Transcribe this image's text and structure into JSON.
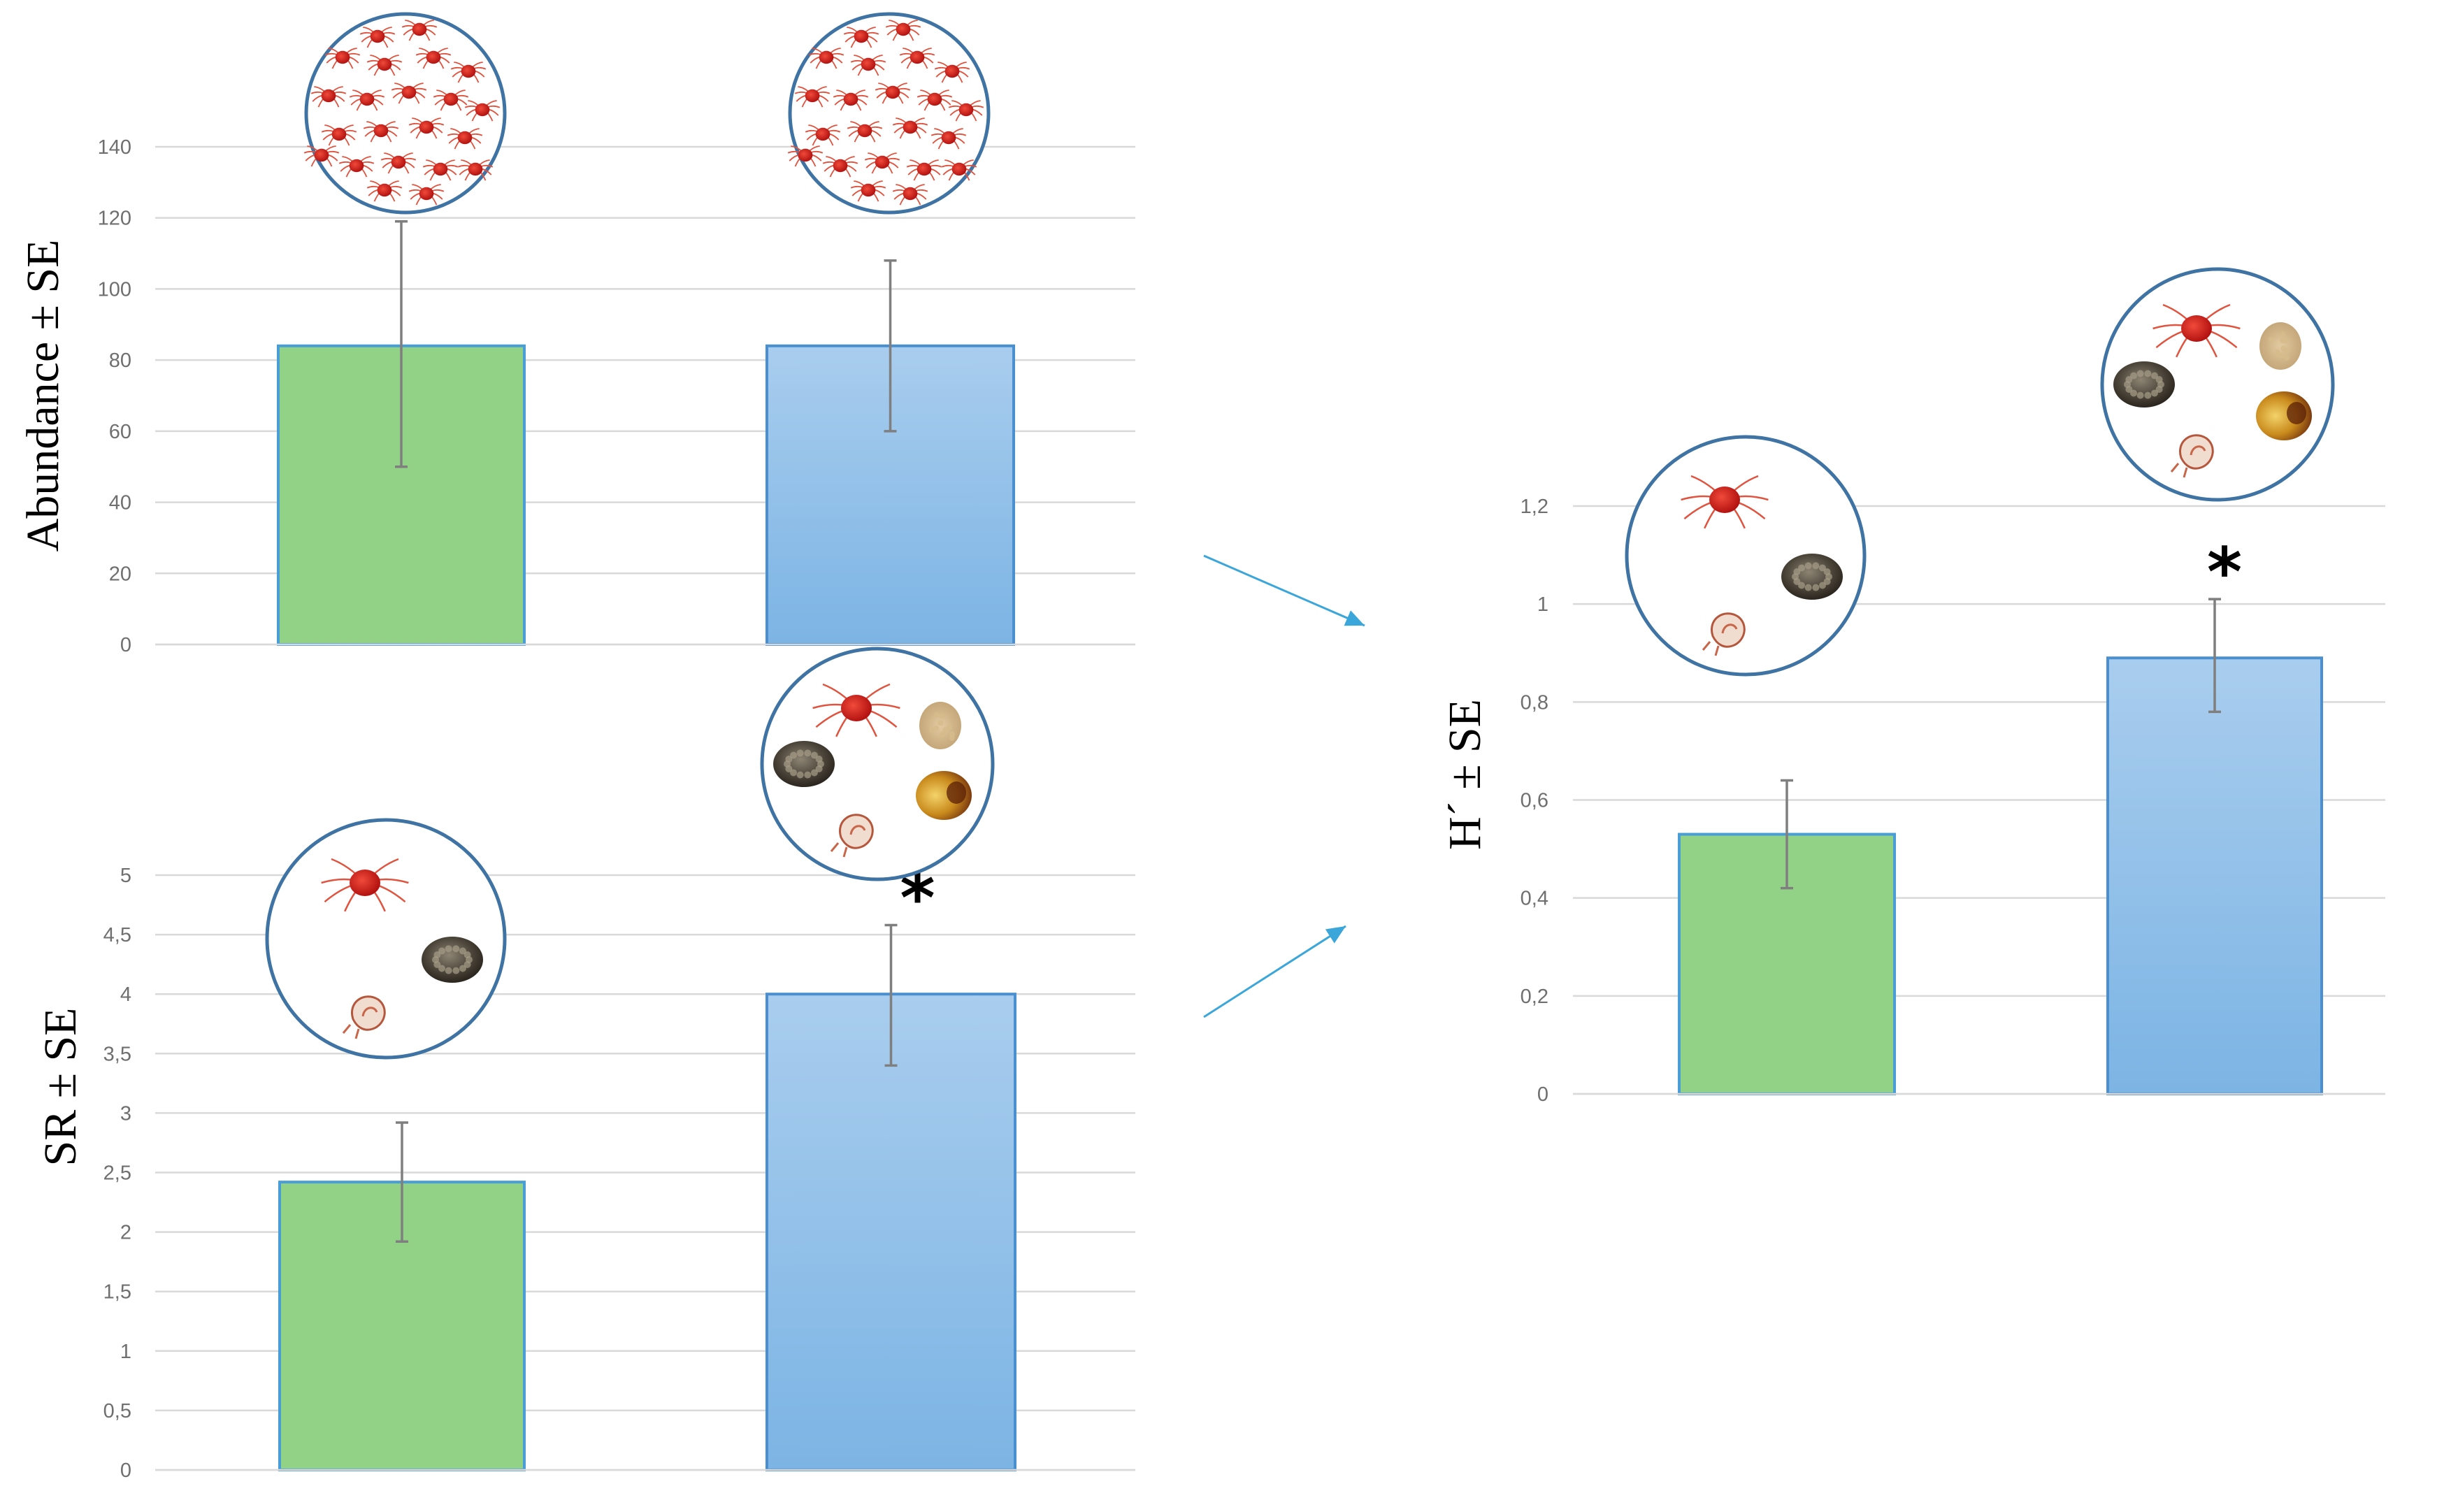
{
  "chart_data": [
    {
      "type": "bar",
      "ylabel": "Abundance ± SE",
      "ylim": [
        0,
        140
      ],
      "yticks": [
        "0",
        "20",
        "40",
        "60",
        "80",
        "100",
        "120",
        "140"
      ],
      "grid": true,
      "bars": [
        {
          "value": 84,
          "error_low": 50,
          "error_high": 119,
          "color": "#92d287",
          "asterisk": ""
        },
        {
          "value": 84,
          "error_low": 60,
          "error_high": 108,
          "color": "#7fb6e6",
          "asterisk": ""
        }
      ]
    },
    {
      "type": "bar",
      "ylabel": "SR ± SE",
      "ylim": [
        0,
        5
      ],
      "yticks": [
        "0",
        "0,5",
        "1",
        "1,5",
        "2",
        "2,5",
        "3",
        "3,5",
        "4",
        "4,5",
        "5"
      ],
      "grid": true,
      "bars": [
        {
          "value": 2.42,
          "error_low": 1.92,
          "error_high": 2.92,
          "color": "#92d287",
          "asterisk": ""
        },
        {
          "value": 4.0,
          "error_low": 3.4,
          "error_high": 4.58,
          "color": "#7fb6e6",
          "asterisk": "*"
        }
      ]
    },
    {
      "type": "bar",
      "ylabel": "H´ ± SE",
      "ylim": [
        0,
        1.2
      ],
      "yticks": [
        "0",
        "0,2",
        "0,4",
        "0,6",
        "0,8",
        "1",
        "1,2"
      ],
      "grid": true,
      "bars": [
        {
          "value": 0.53,
          "error_low": 0.42,
          "error_high": 0.64,
          "color": "#92d287",
          "asterisk": ""
        },
        {
          "value": 0.89,
          "error_low": 0.78,
          "error_high": 1.01,
          "color": "#7fb6e6",
          "asterisk": "*"
        }
      ]
    }
  ],
  "colors": {
    "green_bar": "#92d287",
    "blue_bar_top": "#a9cdee",
    "blue_bar_bottom": "#7cb4e4",
    "circle_stroke": "#3f73a3",
    "arrow": "#3ba6d9"
  },
  "icons": {
    "mite_many": "red-mite-cluster",
    "mite_mixed": "mixed-mite-species"
  }
}
